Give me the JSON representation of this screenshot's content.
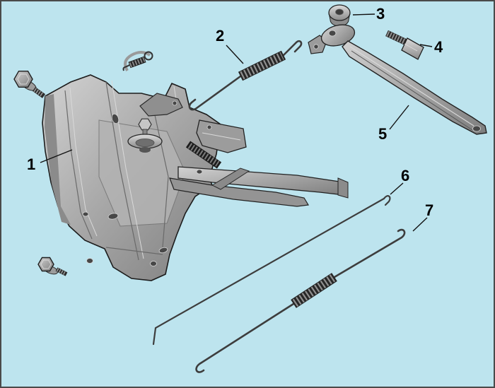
{
  "diagram": {
    "type": "exploded-parts-diagram",
    "background_color": "#bde4ee",
    "border_color": "#4a4a4a",
    "outline_color": "#1c1c1c",
    "part_fill": "#a8a8a8",
    "callouts": [
      {
        "text": "1"
      },
      {
        "text": "2"
      },
      {
        "text": "3"
      },
      {
        "text": "4"
      },
      {
        "text": "5"
      },
      {
        "text": "6"
      },
      {
        "text": "7"
      }
    ]
  }
}
